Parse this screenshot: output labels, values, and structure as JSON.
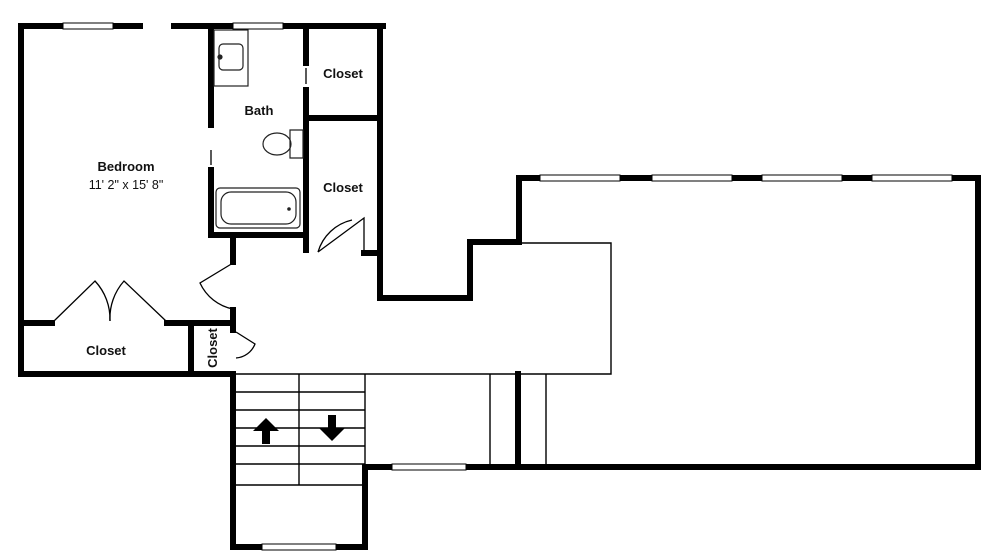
{
  "rooms": {
    "bedroom": {
      "name": "Bedroom",
      "dimensions": "11' 2\" x 15' 8\""
    },
    "bath": {
      "name": "Bath"
    },
    "closet_top": {
      "name": "Closet"
    },
    "closet_mid": {
      "name": "Closet"
    },
    "closet_bottom": {
      "name": "Closet"
    },
    "closet_small": {
      "name": "Closet"
    }
  },
  "colors": {
    "wall": "#000000",
    "window": "#ffffff",
    "fixture": "#222222",
    "background": "#ffffff"
  }
}
